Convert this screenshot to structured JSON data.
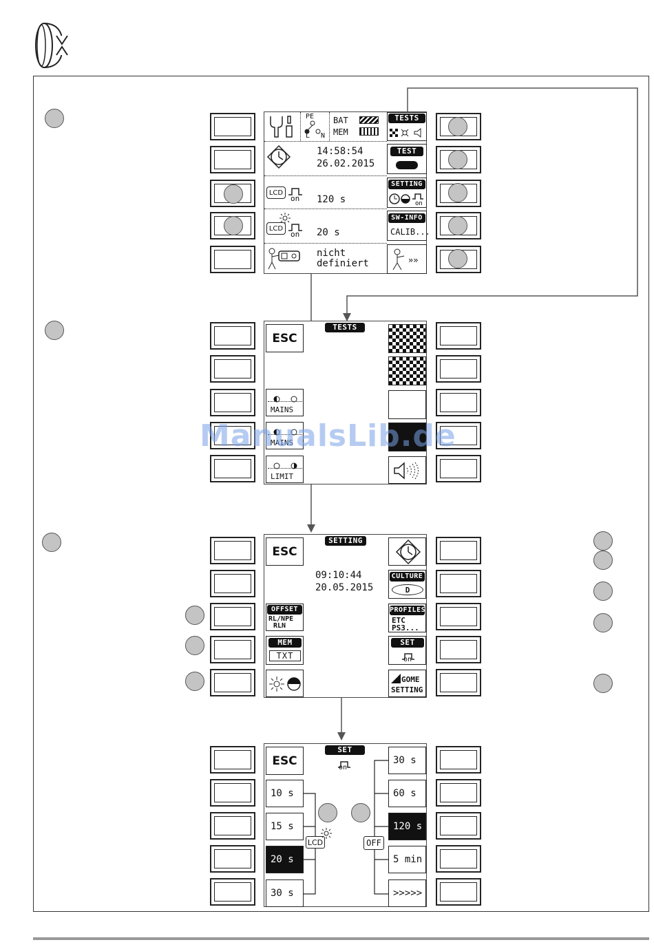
{
  "icons": {
    "rotate": "rotate-cycle-icon",
    "clock": "clock-icon",
    "lcd": "lcd-icon",
    "speaker": "speaker-icon",
    "person": "person-icon",
    "sun": "brightness-sun-icon"
  },
  "watermark": "ManualsLib.de",
  "screen1": {
    "pe": "PE",
    "l": "L",
    "n": "N",
    "bat": "BAT",
    "mem": "MEM",
    "time": "14:58:54",
    "date": "26.02.2015",
    "lcd": "LCD",
    "on": "on",
    "lcd_off_value": "120 s",
    "lcd_light_value": "20 s",
    "profile_line1": "nicht",
    "profile_line2": "definiert",
    "right": {
      "tests": "TESTS",
      "test": "TEST",
      "setting": "SETTING",
      "swinfo": "SW-INFO",
      "calib": "CALIB...",
      "more": "»»"
    }
  },
  "screen2": {
    "title": "TESTS",
    "esc": "ESC",
    "mains": "MAINS",
    "limit": "LIMIT"
  },
  "screen3": {
    "title": "SETTING",
    "esc": "ESC",
    "time": "09:10:44",
    "date": "20.05.2015",
    "offset": "OFFSET",
    "offset_sub1": "RL/NPE",
    "offset_sub2": "RLN",
    "mem": "MEM",
    "txt": "TXT",
    "culture": "CULTURE",
    "culture_val": "D",
    "profiles": "PROFILES",
    "profiles_sub1": "ETC",
    "profiles_sub2": "PS3...",
    "set": "SET",
    "on": "on",
    "gome": "GOME",
    "gome_setting": "SETTING"
  },
  "screen4": {
    "title": "SET",
    "on": "on",
    "esc": "ESC",
    "left_values": [
      "10 s",
      "15 s",
      "20 s",
      "30 s"
    ],
    "left_selected": "20 s",
    "right_values": [
      "30 s",
      "60 s",
      "120 s",
      "5 min",
      ">>>>>"
    ],
    "right_selected": "120 s",
    "lcd": "LCD",
    "off": "OFF"
  }
}
